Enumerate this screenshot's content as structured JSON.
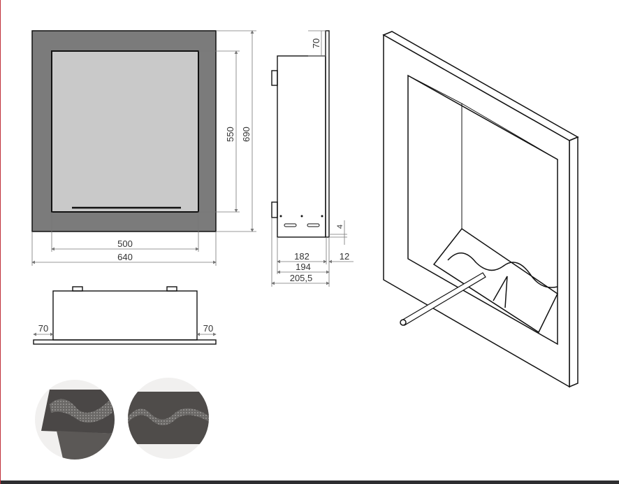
{
  "front_view": {
    "width_outer": "640",
    "width_inner": "500",
    "height_outer": "690",
    "height_inner": "550"
  },
  "side_view": {
    "top_offset": "70",
    "depth_body": "182",
    "depth_with_frame": "194",
    "depth_total": "205,5",
    "frame_thickness": "12",
    "gap": "4"
  },
  "top_view": {
    "left_flange": "70",
    "right_flange": "70"
  },
  "colors": {
    "frame": "#7b7b7b",
    "glass": "#c9c9c9",
    "border_accent": "#c0303a"
  }
}
